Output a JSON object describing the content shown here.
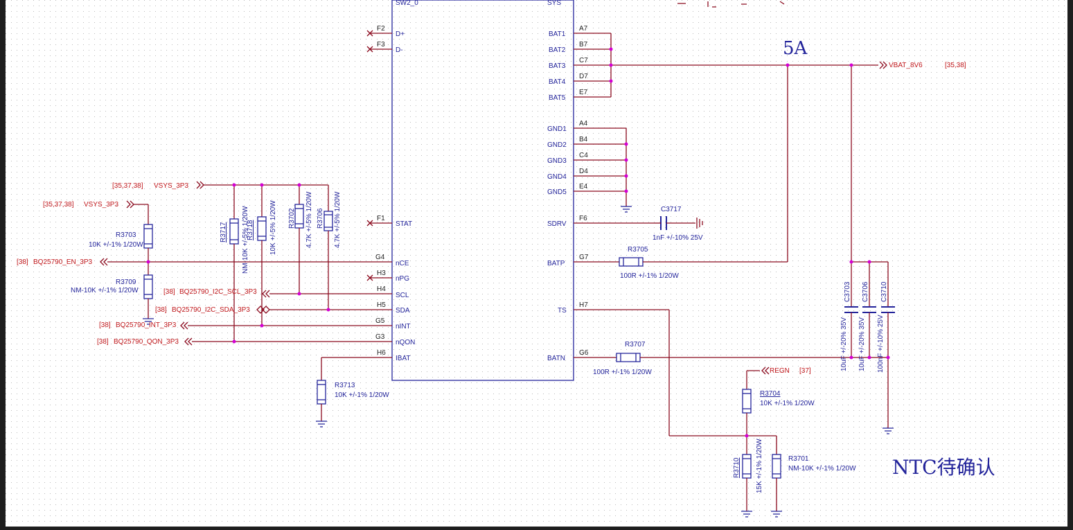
{
  "colors": {
    "background": "#ffffff",
    "grid_dot": "#b8b8b8",
    "wire": "#8b0a1e",
    "component": "#22239a",
    "net_label": "#c0181c",
    "junction": "#d400d4",
    "frame": "#1e1e1e"
  },
  "ic": {
    "top_left_cut": "SW2_0",
    "top_right_cut": "SYS"
  },
  "left_pins": [
    {
      "num": "F2",
      "name": "D+",
      "nc": true
    },
    {
      "num": "F3",
      "name": "D-",
      "nc": true
    },
    {
      "num": "F1",
      "name": "STAT",
      "nc": true
    },
    {
      "num": "G4",
      "name": "nCE",
      "nc": false
    },
    {
      "num": "H3",
      "name": "nPG",
      "nc": true
    },
    {
      "num": "H4",
      "name": "SCL",
      "nc": false
    },
    {
      "num": "H5",
      "name": "SDA",
      "nc": false
    },
    {
      "num": "G5",
      "name": "nINT",
      "nc": false
    },
    {
      "num": "G3",
      "name": "nQON",
      "nc": false
    },
    {
      "num": "H6",
      "name": "IBAT",
      "nc": false
    }
  ],
  "right_pins": [
    {
      "num": "A7",
      "name": "BAT1"
    },
    {
      "num": "B7",
      "name": "BAT2"
    },
    {
      "num": "C7",
      "name": "BAT3"
    },
    {
      "num": "D7",
      "name": "BAT4"
    },
    {
      "num": "E7",
      "name": "BAT5"
    },
    {
      "num": "A4",
      "name": "GND1"
    },
    {
      "num": "B4",
      "name": "GND2"
    },
    {
      "num": "C4",
      "name": "GND3"
    },
    {
      "num": "D4",
      "name": "GND4"
    },
    {
      "num": "E4",
      "name": "GND5"
    },
    {
      "num": "F6",
      "name": "SDRV"
    },
    {
      "num": "G7",
      "name": "BATP"
    },
    {
      "num": "H7",
      "name": "TS"
    },
    {
      "num": "G6",
      "name": "BATN"
    }
  ],
  "nets": {
    "vsys1_ref": "[35,37,38]",
    "vsys1_name": "VSYS_3P3",
    "vsys2_ref": "[35,37,38]",
    "vsys2_name": "VSYS_3P3",
    "en_ref": "[38]",
    "en_name": "BQ25790_EN_3P3",
    "scl_ref": "[38]",
    "scl_name": "BQ25790_I2C_SCL_3P3",
    "sda_ref": "[38]",
    "sda_name": "BQ25790_I2C_SDA_3P3",
    "int_ref": "[38]",
    "int_name": "BQ25790_INT_3P3",
    "qon_ref": "[38]",
    "qon_name": "BQ25790_QON_3P3",
    "vbat_name": "VBAT_8V6",
    "vbat_ref": "[35,38]",
    "regn_name": "REGN",
    "regn_ref": "[37]"
  },
  "components": {
    "r3703": {
      "ref": "R3703",
      "value": "10K +/-1% 1/20W"
    },
    "r3709": {
      "ref": "R3709",
      "value": "NM-10K +/-1% 1/20W"
    },
    "r3717": {
      "ref": "R3717",
      "value": "NM-10K +/-5% 1/20W"
    },
    "r3718": {
      "ref": "R3718",
      "value": "10K +/-5% 1/20W"
    },
    "r3702": {
      "ref": "R3702",
      "value": "4.7K +/-5% 1/20W"
    },
    "r3706": {
      "ref": "R3706",
      "value": "4.7K +/-5% 1/20W"
    },
    "r3713": {
      "ref": "R3713",
      "value": "10K +/-1% 1/20W"
    },
    "c3717": {
      "ref": "C3717",
      "value": "1nF +/-10% 25V"
    },
    "r3705": {
      "ref": "R3705",
      "value": "100R +/-1% 1/20W"
    },
    "r3707": {
      "ref": "R3707",
      "value": "100R +/-1% 1/20W"
    },
    "c3703": {
      "ref": "C3703",
      "value": "10uF +/-20% 35V"
    },
    "c3706": {
      "ref": "C3706",
      "value": "10uF +/-20% 35V"
    },
    "c3710": {
      "ref": "C3710",
      "value": "100nF +/-10% 25V"
    },
    "r3704": {
      "ref": "R3704",
      "value": "10K +/-1% 1/20W"
    },
    "r3710": {
      "ref": "R3710",
      "value": "15K +/-1% 1/20W"
    },
    "r3701": {
      "ref": "R3701",
      "value": "NM-10K +/-1% 1/20W"
    }
  },
  "annotations": {
    "current": "5A",
    "ntc_note": "NTC待确认"
  }
}
